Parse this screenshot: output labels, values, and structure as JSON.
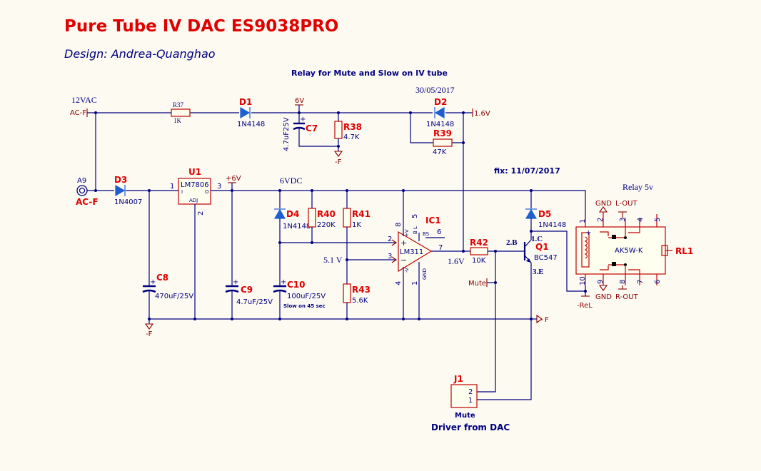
{
  "header": {
    "title": "Pure Tube IV DAC ES9038PRO",
    "design": "Design: Andrea-Quanghao",
    "relay_note": "Relay for Mute and Slow on IV tube",
    "date": "30/05/2017",
    "fix": "fix: 11/07/2017"
  },
  "nets": {
    "vac": "12VAC",
    "acf_port": "AC-F",
    "v6": "6V",
    "v1_6": "1.6V",
    "plus6v": "+6V",
    "vdc6": "6VDC",
    "v5_1": "5.1 V",
    "v1_6b": "1.6V",
    "mute_port": "Mute",
    "f_port": "F",
    "gnd_f": "-F",
    "rel": "-ReL",
    "slow": "Slow on 45 sec"
  },
  "connector_a9": {
    "ref": "A9",
    "label": "AC-F"
  },
  "components": {
    "r37": {
      "ref": "R37",
      "value": "1K"
    },
    "d1": {
      "ref": "D1",
      "value": "1N4148"
    },
    "c7": {
      "ref": "C7",
      "value": "4.7uF25V"
    },
    "r38": {
      "ref": "R38",
      "value": "4.7K"
    },
    "d2": {
      "ref": "D2",
      "value": "1N4148"
    },
    "r39": {
      "ref": "R39",
      "value": "47K"
    },
    "d3": {
      "ref": "D3",
      "value": "1N4007"
    },
    "u1": {
      "ref": "U1",
      "value": "LM7806",
      "pin_i": "I",
      "pin_o": "O",
      "pin_adj": "ADJ",
      "pin1": "1",
      "pin2": "2",
      "pin3": "3"
    },
    "c8": {
      "ref": "C8",
      "value": "470uF/25V"
    },
    "c9": {
      "ref": "C9",
      "value": "4.7uF/25V"
    },
    "c10": {
      "ref": "C10",
      "value": "100uF/25V"
    },
    "d4": {
      "ref": "D4",
      "value": "1N4148"
    },
    "r40": {
      "ref": "R40",
      "value": "220K"
    },
    "r41": {
      "ref": "R41",
      "value": "1K"
    },
    "r43": {
      "ref": "R43",
      "value": "5.6K"
    },
    "ic1": {
      "ref": "IC1",
      "value": "LM311",
      "pin_vp": "+V",
      "pin_bl": "B L",
      "pin_bs": "BS",
      "pin_vn": "-V",
      "pin_gnd": "GND",
      "p8": "8",
      "p5": "5",
      "p6": "6",
      "p2": "2",
      "p3": "3",
      "p7": "7",
      "p4": "4",
      "p1": "1",
      "plus": "+",
      "minus": "−"
    },
    "r42": {
      "ref": "R42",
      "value": "10K"
    },
    "q1": {
      "ref": "Q1",
      "value": "BC547",
      "pin_b": "2.B",
      "pin_c": "1.C",
      "pin_e": "3.E"
    },
    "d5": {
      "ref": "D5",
      "value": "1N4148"
    },
    "rl1": {
      "ref": "RL1",
      "value": "AK5W-K",
      "title": "Relay 5v",
      "gnd1": "GND",
      "gnd2": "GND",
      "lout": "L-OUT",
      "rout": "R-OUT",
      "p1": "1",
      "p2": "2",
      "p3": "3",
      "p4": "4",
      "p5": "5",
      "p6": "6",
      "p7": "7",
      "p8": "8",
      "p9": "9",
      "p10": "10"
    },
    "j1": {
      "ref": "J1",
      "value": "Mute",
      "p2": "2",
      "p1": "1",
      "desc": "Driver from DAC"
    }
  },
  "colors": {
    "wire": "#000080",
    "body": "#c00000",
    "ref": "#e00000",
    "diode": "#1e5fd0",
    "background": "#fdfaf2"
  }
}
